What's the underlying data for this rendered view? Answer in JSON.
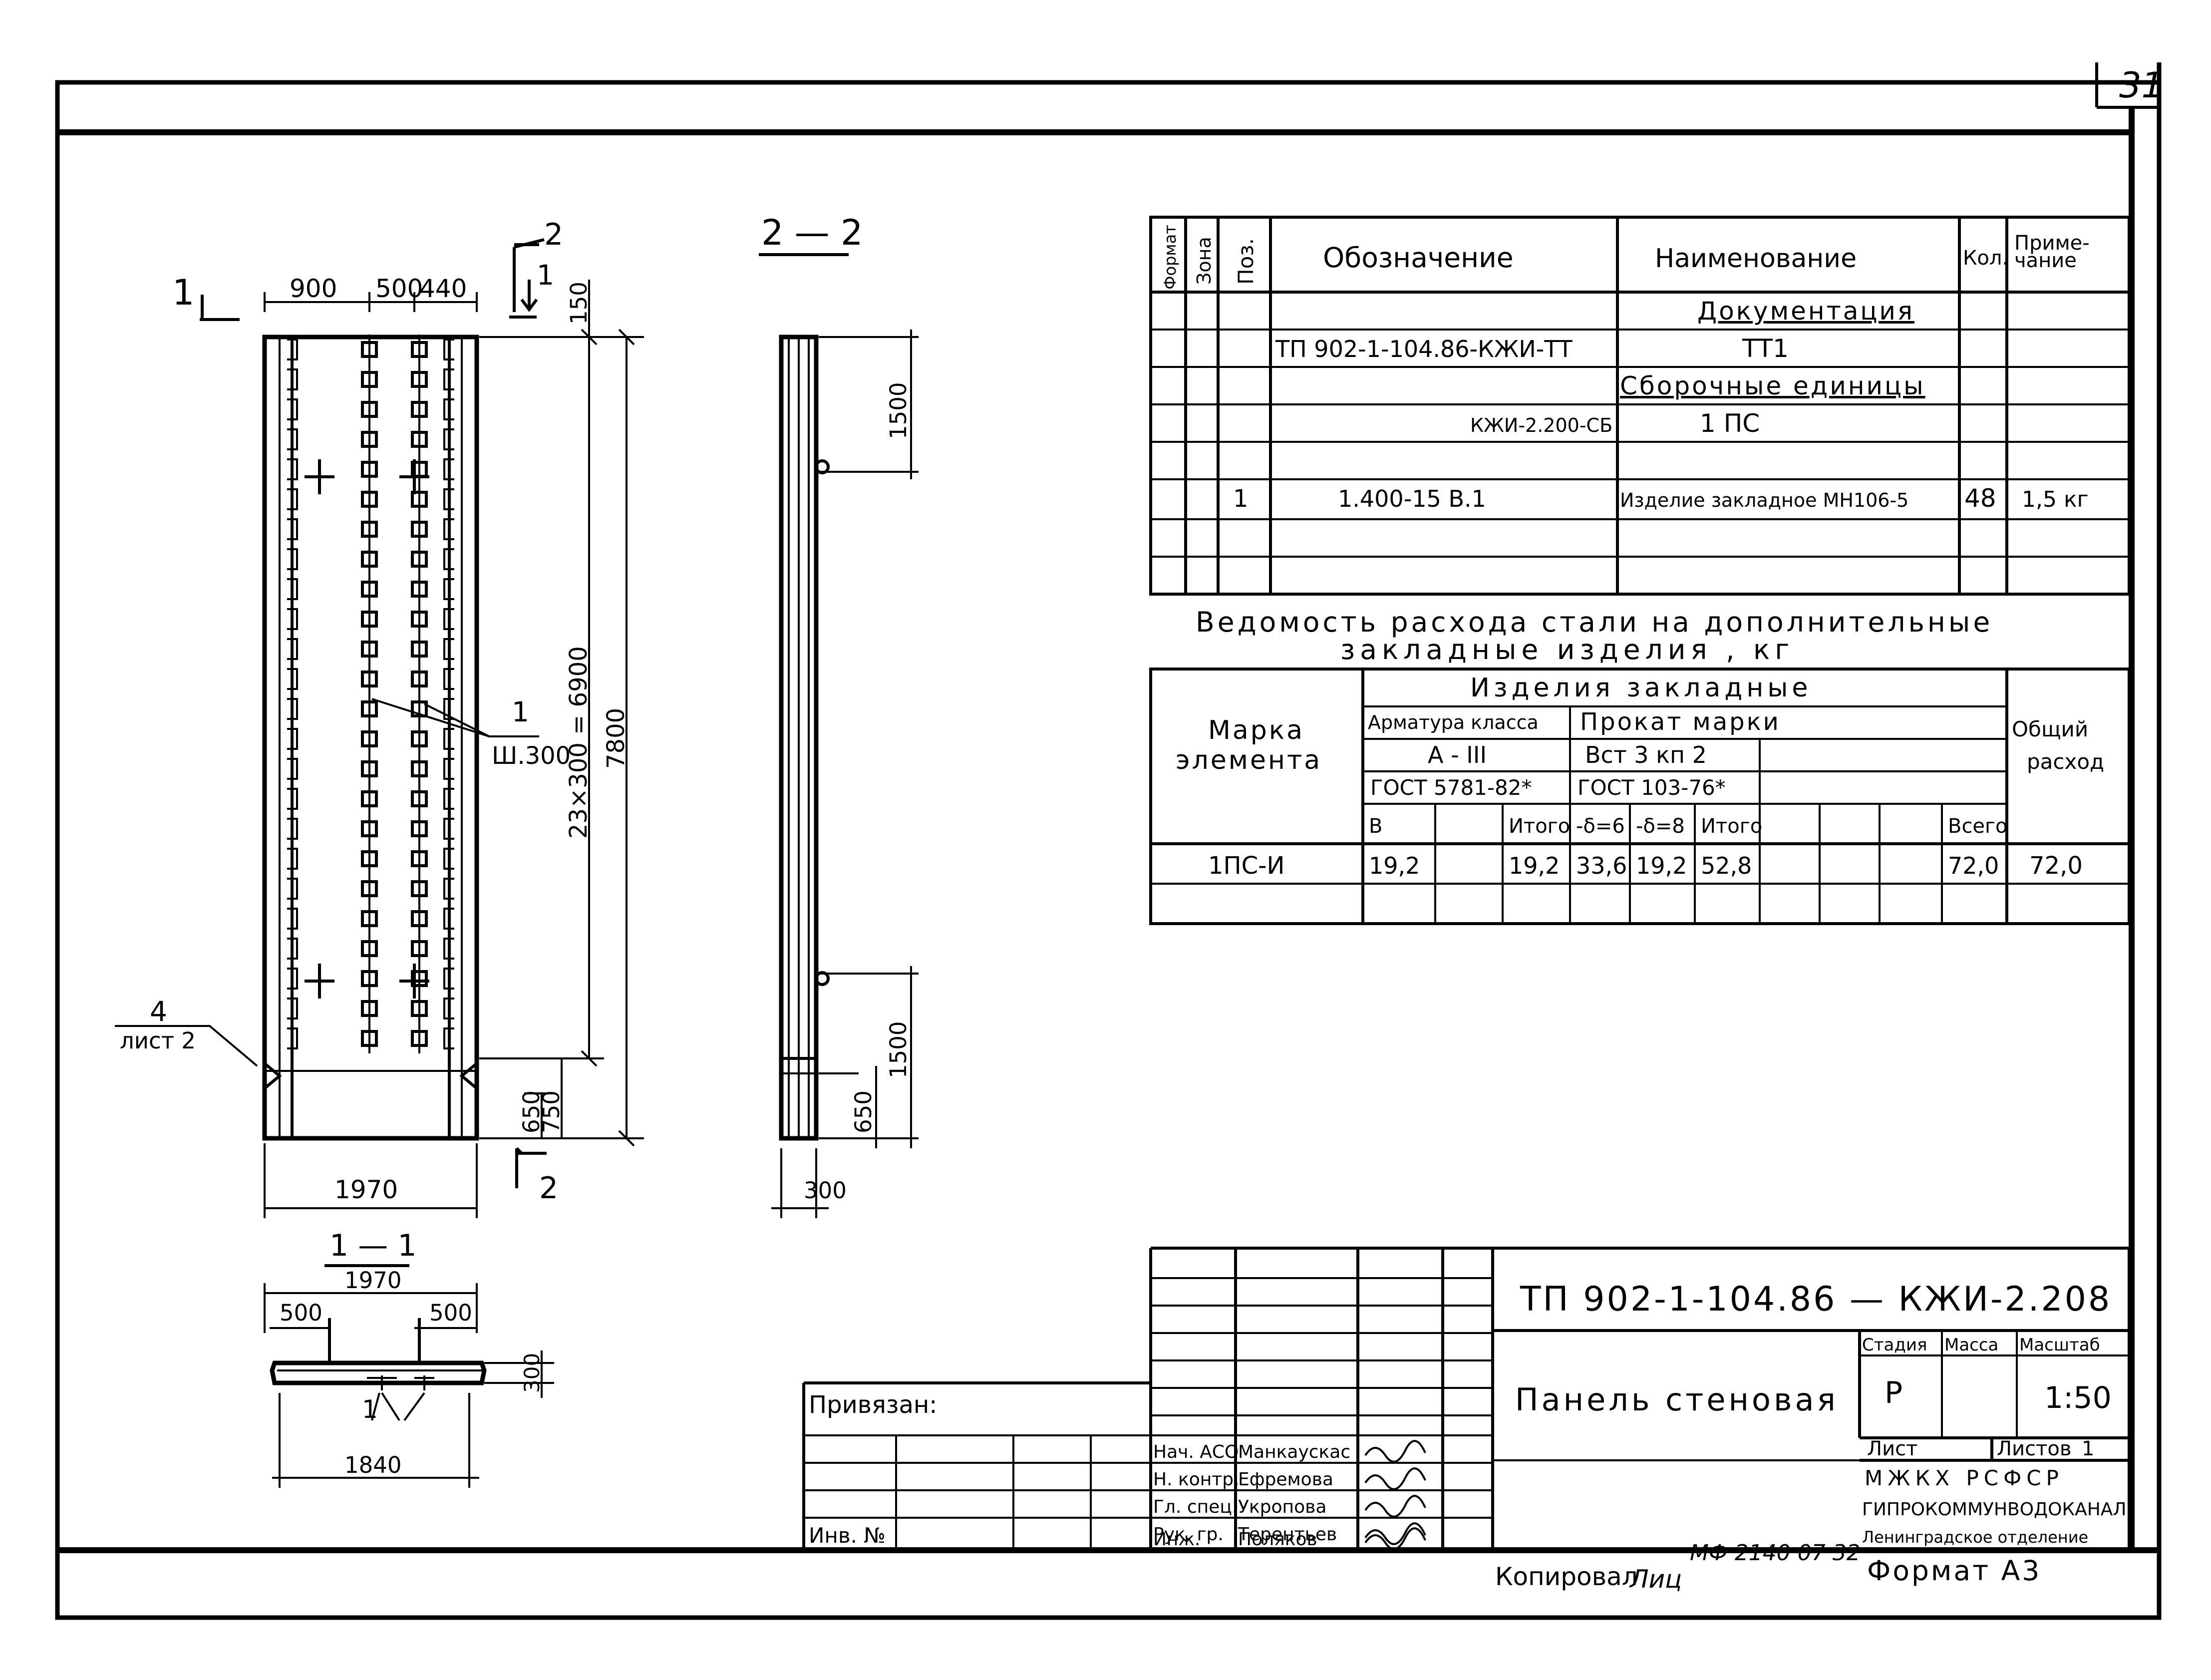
{
  "sheet_number": "31",
  "views": {
    "elevation": {
      "section_1_mark": "1",
      "section_2_mark": "2",
      "dim_top": [
        "900",
        "500",
        "440"
      ],
      "dim_150": "150",
      "dim_23x300": "23×300 = 6900",
      "dim_7800": "7800",
      "dim_650": "650",
      "dim_750": "750",
      "dim_1970": "1970",
      "callout_1": "1",
      "callout_spacing": "Ш.300",
      "callout_4": "4",
      "callout_4_sheet": "лист 2",
      "cut_1": "1",
      "cut_2": "2"
    },
    "section_2_2": {
      "title": "2 — 2",
      "dim_1500_top": "1500",
      "dim_1500_bottom": "1500",
      "dim_650": "650",
      "dim_300": "300"
    },
    "section_1_1": {
      "title": "1 — 1",
      "dim_1970": "1970",
      "dim_500_left": "500",
      "dim_500_right": "500",
      "dim_300": "300",
      "dim_1840": "1840",
      "callout": "1"
    }
  },
  "spec_table": {
    "headers": {
      "format": "Формат",
      "zone": "Зона",
      "pos": "Поз.",
      "designation": "Обозначение",
      "name": "Наименование",
      "qty": "Кол.",
      "note_line1": "Приме-",
      "note_line2": "чание"
    },
    "rows": [
      {
        "pos": "",
        "designation": "",
        "name": "Документация",
        "qty": "",
        "note": ""
      },
      {
        "pos": "",
        "designation": "ТП 902-1-104.86-КЖИ-ТТ",
        "name": "ТТ1",
        "qty": "",
        "note": ""
      },
      {
        "pos": "",
        "designation": "",
        "name": "Сборочные единицы",
        "qty": "",
        "note": ""
      },
      {
        "pos": "",
        "designation": "КЖИ-2.200-СБ",
        "name": "1 ПС",
        "qty": "",
        "note": ""
      },
      {
        "pos": "",
        "designation": "",
        "name": "",
        "qty": "",
        "note": ""
      },
      {
        "pos": "1",
        "designation": "1.400-15 В.1",
        "name": "Изделие закладное МН106-5",
        "qty": "48",
        "note": "1,5 кг"
      },
      {
        "pos": "",
        "designation": "",
        "name": "",
        "qty": "",
        "note": ""
      },
      {
        "pos": "",
        "designation": "",
        "name": "",
        "qty": "",
        "note": ""
      }
    ]
  },
  "steel_table": {
    "title_line1": "Ведомость расхода стали на дополнительные",
    "title_line2": "закладные изделия , кг",
    "mark_line1": "Марка",
    "mark_line2": "элемента",
    "group_header": "Изделия закладные",
    "rebar_header": "Арматура класса",
    "rolled_header": "Прокат марки",
    "rebar_class": "А - III",
    "rolled_grade": "Вст 3 кп 2",
    "rebar_gost": "ГОСТ 5781-82*",
    "rolled_gost": "ГОСТ 103-76*",
    "total_line1": "Общий",
    "total_line2": "расход",
    "subheaders": [
      "В",
      "",
      "Итого",
      "-δ=6",
      "-δ=8",
      "Итого",
      "",
      "",
      "",
      "Всего"
    ],
    "row": {
      "mark": "1ПС-И",
      "values": [
        "19,2",
        "",
        "19,2",
        "33,6",
        "19,2",
        "52,8",
        "",
        "",
        "",
        "72,0"
      ],
      "total": "72,0"
    }
  },
  "title_block": {
    "code": "ТП 902-1-104.86 — КЖИ-2.208",
    "title": "Панель стеновая",
    "stage_label": "Стадия",
    "mass_label": "Масса",
    "scale_label": "Масштаб",
    "stage": "Р",
    "mass": "",
    "scale": "1:50",
    "sheet_label": "Лист",
    "sheets_label": "Листов",
    "sheets_count": "1",
    "org_line1": "МЖКХ РСФСР",
    "org_line2": "ГИПРОКОММУНВОДОКАНАЛ",
    "org_line3": "Ленинградское отделение",
    "bound_label": "Привязан:",
    "inv_label": "Инв. №",
    "signatures": [
      {
        "role": "Нач. АСО",
        "name": "Манкаускас"
      },
      {
        "role": "Н. контр.",
        "name": "Ефремова"
      },
      {
        "role": "Гл. спец.",
        "name": "Укропова"
      },
      {
        "role": "Рук. гр.",
        "name": "Терентьев"
      },
      {
        "role": "Инж.",
        "name": "Поляков"
      }
    ]
  },
  "footer": {
    "copied": "Копировал",
    "copier_sign": "Лиц",
    "microfilm": "МФ 2140 07 32",
    "format": "Формат А3"
  }
}
